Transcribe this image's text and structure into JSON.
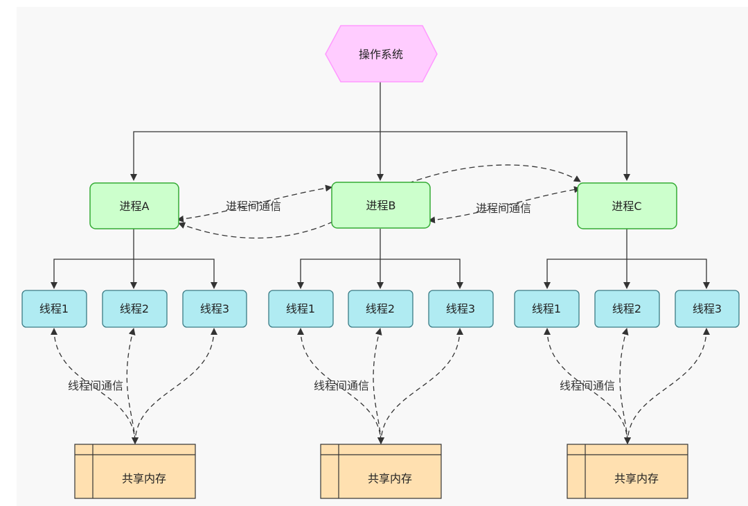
{
  "os": {
    "label": "操作系统"
  },
  "processes": [
    {
      "label": "进程A",
      "threads": [
        "线程1",
        "线程2",
        "线程3"
      ],
      "memory": "共享内存"
    },
    {
      "label": "进程B",
      "threads": [
        "线程1",
        "线程2",
        "线程3"
      ],
      "memory": "共享内存"
    },
    {
      "label": "进程C",
      "threads": [
        "线程1",
        "线程2",
        "线程3"
      ],
      "memory": "共享内存"
    }
  ],
  "ipc_labels": [
    "进程间通信",
    "进程间通信"
  ],
  "thread_comm_label": "线程间通信",
  "colors": {
    "os_fill": "#ffccff",
    "os_stroke": "#ff99ff",
    "process_fill": "#ccffcc",
    "process_stroke": "#33aa33",
    "thread_fill": "#b0ebf2",
    "thread_stroke": "#3a7a84",
    "memory_fill": "#ffe0b0",
    "memory_stroke": "#333333",
    "line": "#333333"
  }
}
